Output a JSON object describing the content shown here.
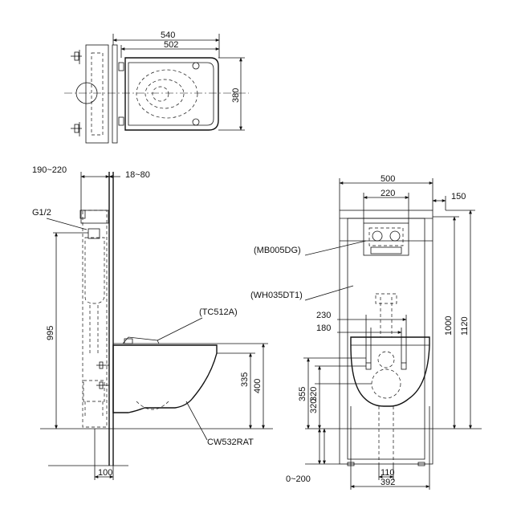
{
  "top_view": {
    "dims": {
      "overall_width": "540",
      "seat_width": "502",
      "depth": "380"
    }
  },
  "side_view": {
    "dims": {
      "wall_gap": "190~220",
      "cover_gap": "18~80",
      "pipe_height": "995",
      "seat_height_min": "335",
      "seat_height_max": "400",
      "base_width": "100"
    },
    "labels": {
      "pipe_thread": "G1/2",
      "seat_model": "(TC512A)",
      "bowl_model": "CW532RAT"
    }
  },
  "front_view": {
    "dims": {
      "frame_width": "500",
      "button_width": "220",
      "offset_right": "150",
      "bolt_spacing_outer": "230",
      "bolt_spacing_inner": "180",
      "frame_height": "1000",
      "total_height": "1120",
      "h355": "355",
      "h320a": "320",
      "h320b": "320",
      "adjust_range": "0~200",
      "waste_width": "110",
      "bowl_width": "392"
    },
    "labels": {
      "plate_model": "(MB005DG)",
      "frame_model": "(WH035DT1)"
    }
  }
}
